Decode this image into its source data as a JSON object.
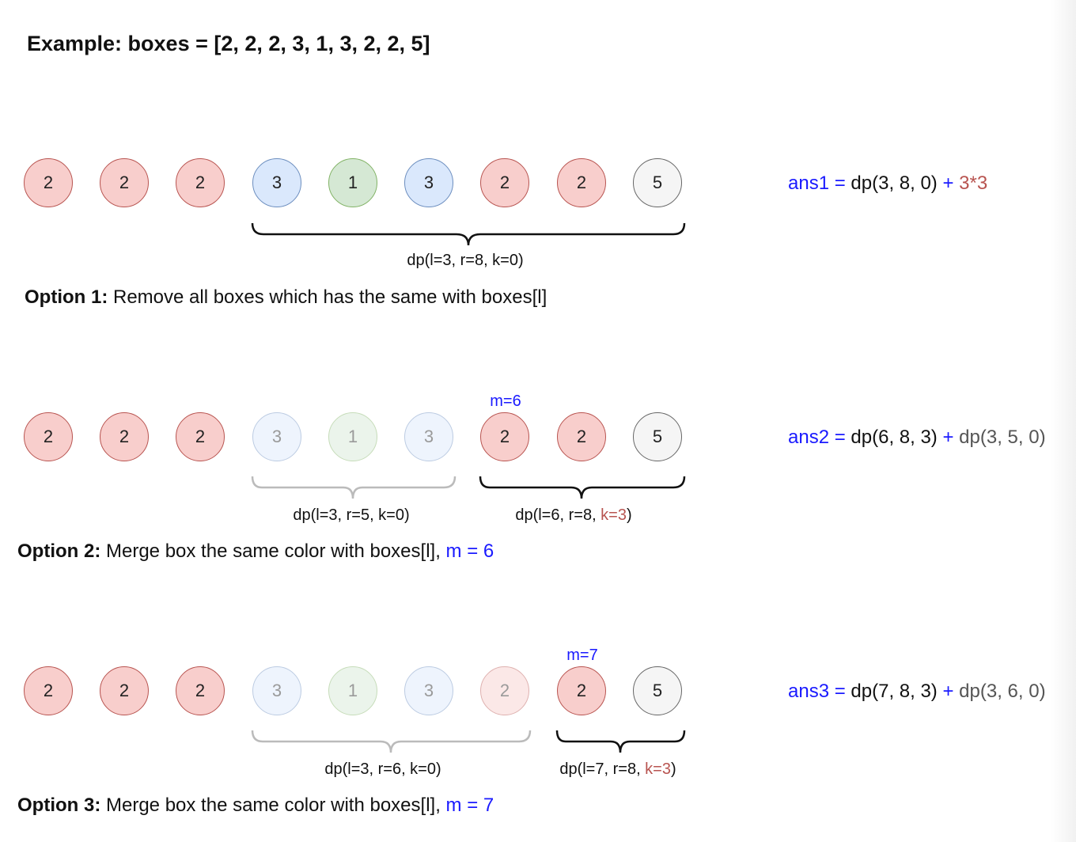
{
  "title": "Example: boxes = [2, 2, 2, 3, 1, 3, 2, 2, 5]",
  "colors": {
    "box_2_fill": "#f8cecc",
    "box_3_fill": "#dae8fc",
    "box_1_fill": "#d5e8d4",
    "box_5_fill": "#f5f5f5",
    "accent_blue": "#1a1aff",
    "accent_red": "#b85450"
  },
  "rows": [
    {
      "boxes": [
        "2",
        "2",
        "2",
        "3",
        "1",
        "3",
        "2",
        "2",
        "5"
      ],
      "faded": [],
      "m_label": "",
      "braces": [
        {
          "label_plain": "dp(l=3, r=8, k=0)",
          "label_red": "",
          "label_tail": "",
          "style": "dark"
        }
      ],
      "option_bold": "Option 1:",
      "option_text": " Remove all boxes which has the same with boxes[l]",
      "option_accent": "",
      "ans": {
        "name": "ans1",
        "eq": " = ",
        "part1": "dp(3, 8, 0)",
        "plus": " + ",
        "part2": "3*3"
      }
    },
    {
      "boxes": [
        "2",
        "2",
        "2",
        "3",
        "1",
        "3",
        "2",
        "2",
        "5"
      ],
      "faded": [
        3,
        4,
        5
      ],
      "m_label": "m=6",
      "braces": [
        {
          "label_plain": "dp(l=3, r=5, k=0)",
          "label_red": "",
          "label_tail": "",
          "style": "light"
        },
        {
          "label_plain": "dp(l=6, r=8, ",
          "label_red": "k=3",
          "label_tail": ")",
          "style": "dark"
        }
      ],
      "option_bold": "Option 2:",
      "option_text": " Merge box the same color with boxes[l], ",
      "option_accent": "m = 6",
      "ans": {
        "name": "ans2",
        "eq": " = ",
        "part1": "dp(6, 8, 3)",
        "plus": " + ",
        "part2": "dp(3, 5, 0)"
      }
    },
    {
      "boxes": [
        "2",
        "2",
        "2",
        "3",
        "1",
        "3",
        "2",
        "2",
        "5"
      ],
      "faded": [
        3,
        4,
        5,
        6
      ],
      "m_label": "m=7",
      "braces": [
        {
          "label_plain": "dp(l=3, r=6, k=0)",
          "label_red": "",
          "label_tail": "",
          "style": "light"
        },
        {
          "label_plain": "dp(l=7, r=8, ",
          "label_red": "k=3",
          "label_tail": ")",
          "style": "dark"
        }
      ],
      "option_bold": "Option 3:",
      "option_text": " Merge box the same color with boxes[l], ",
      "option_accent": "m = 7",
      "ans": {
        "name": "ans3",
        "eq": " = ",
        "part1": "dp(7, 8, 3)",
        "plus": " + ",
        "part2": "dp(3, 6, 0)"
      }
    }
  ]
}
